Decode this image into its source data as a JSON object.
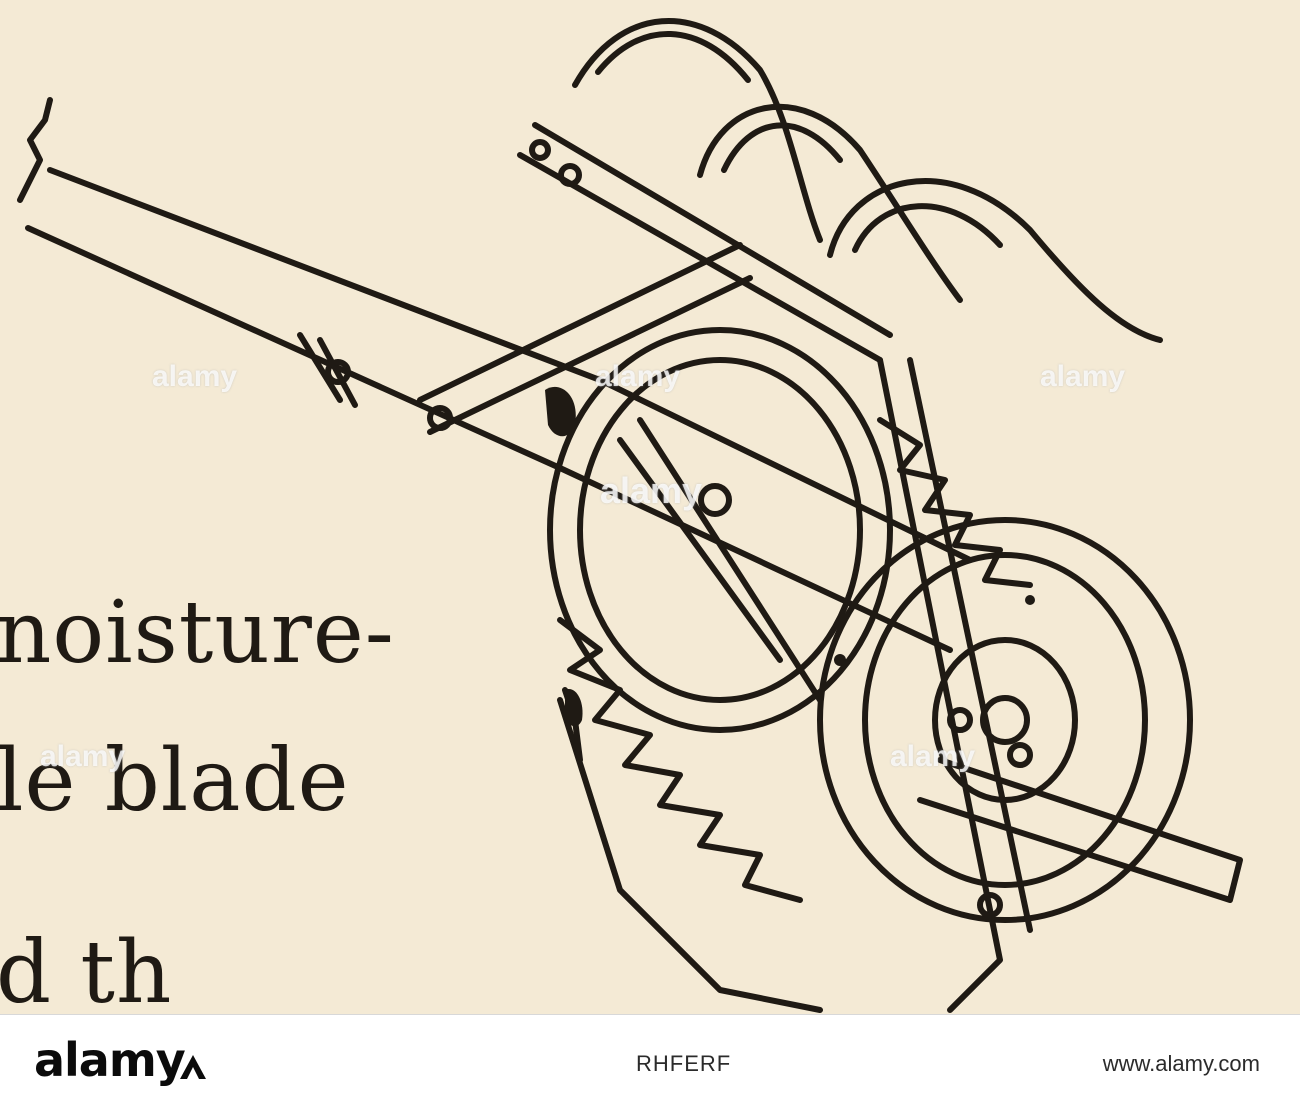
{
  "document": {
    "lines": [
      "noisture-",
      "le  blade",
      "d  th"
    ]
  },
  "watermark": {
    "label": "alamy"
  },
  "footer": {
    "brand": "alamy",
    "image_id": "RHFERF",
    "url": "www.alamy.com"
  },
  "colors": {
    "paper": "#f4ead5",
    "ink": "#1f1a14",
    "footer_bg": "#ffffff"
  }
}
